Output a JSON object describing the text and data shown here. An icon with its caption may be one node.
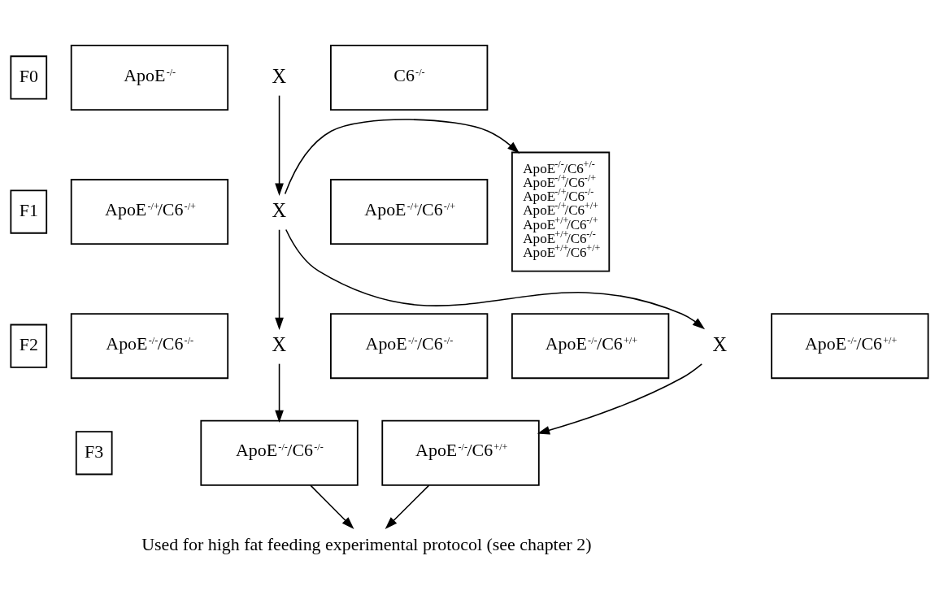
{
  "diagram": {
    "nodes": [
      {
        "text": [
          "F0"
        ]
      },
      {
        "text": [
          "ApoE$^{-/-}$"
        ]
      },
      {
        "text": [
          "X"
        ]
      },
      {
        "text": [
          "C6$^{-/-}$"
        ]
      },
      {
        "text": [
          "F1"
        ]
      },
      {
        "text": [
          "ApoE$^{-/+}$/C6$^{-/+}$"
        ]
      },
      {
        "text": [
          "X"
        ]
      },
      {
        "text": [
          "ApoE$^{-/+}$/C6$^{-/+}$"
        ]
      },
      {
        "text": [
          "ApoE$^{-/-}$/C6$^{+/-}$",
          "ApoE$^{-/+}$/C6$^{-/+}$",
          "ApoE$^{-/+}$/C6$^{-/-}$",
          "ApoE$^{-/+}$/C6$^{+/+}$",
          "ApoE$^{+/+}$/C6$^{-/+}$",
          "ApoE$^{+/+}$/C6$^{-/-}$",
          "ApoE$^{+/+}$/C6$^{+/+}$"
        ]
      },
      {
        "text": [
          "F2"
        ]
      },
      {
        "text": [
          "ApoE$^{-/-}$/C6$^{-/-}$"
        ]
      },
      {
        "text": [
          "X"
        ]
      },
      {
        "text": [
          "ApoE$^{-/-}$/C6$^{-/-}$"
        ]
      },
      {
        "text": [
          "ApoE$^{-/-}$/C6$^{+/+}$"
        ]
      },
      {
        "text": [
          "X"
        ]
      },
      {
        "text": [
          "ApoE$^{-/-}$/C6$^{+/+}$"
        ]
      },
      {
        "text": [
          "F3"
        ]
      },
      {
        "text": [
          "ApoE$^{-/-}$/C6$^{-/-}$"
        ]
      },
      {
        "text": [
          "ApoE$^{-/-}$/C6$^{+/+}$"
        ]
      },
      {
        "text": [
          "Used for high fat feeding experimental protocol (see chapter 2)"
        ]
      }
    ],
    "edges": [
      {
        "from": 2,
        "to": 6,
        "arrow": "to"
      },
      {
        "from": 6,
        "to": 8,
        "arrow": "to"
      },
      {
        "from": 6,
        "to": 11,
        "arrow": "to"
      },
      {
        "from": 6,
        "to": 14,
        "arrow": "to"
      },
      {
        "from": 11,
        "to": 17,
        "arrow": "to"
      },
      {
        "from": 14,
        "to": 18,
        "arrow": "to"
      },
      {
        "from": 17,
        "to": 19,
        "arrow": "to"
      },
      {
        "from": 18,
        "to": 19,
        "arrow": "to"
      }
    ]
  }
}
